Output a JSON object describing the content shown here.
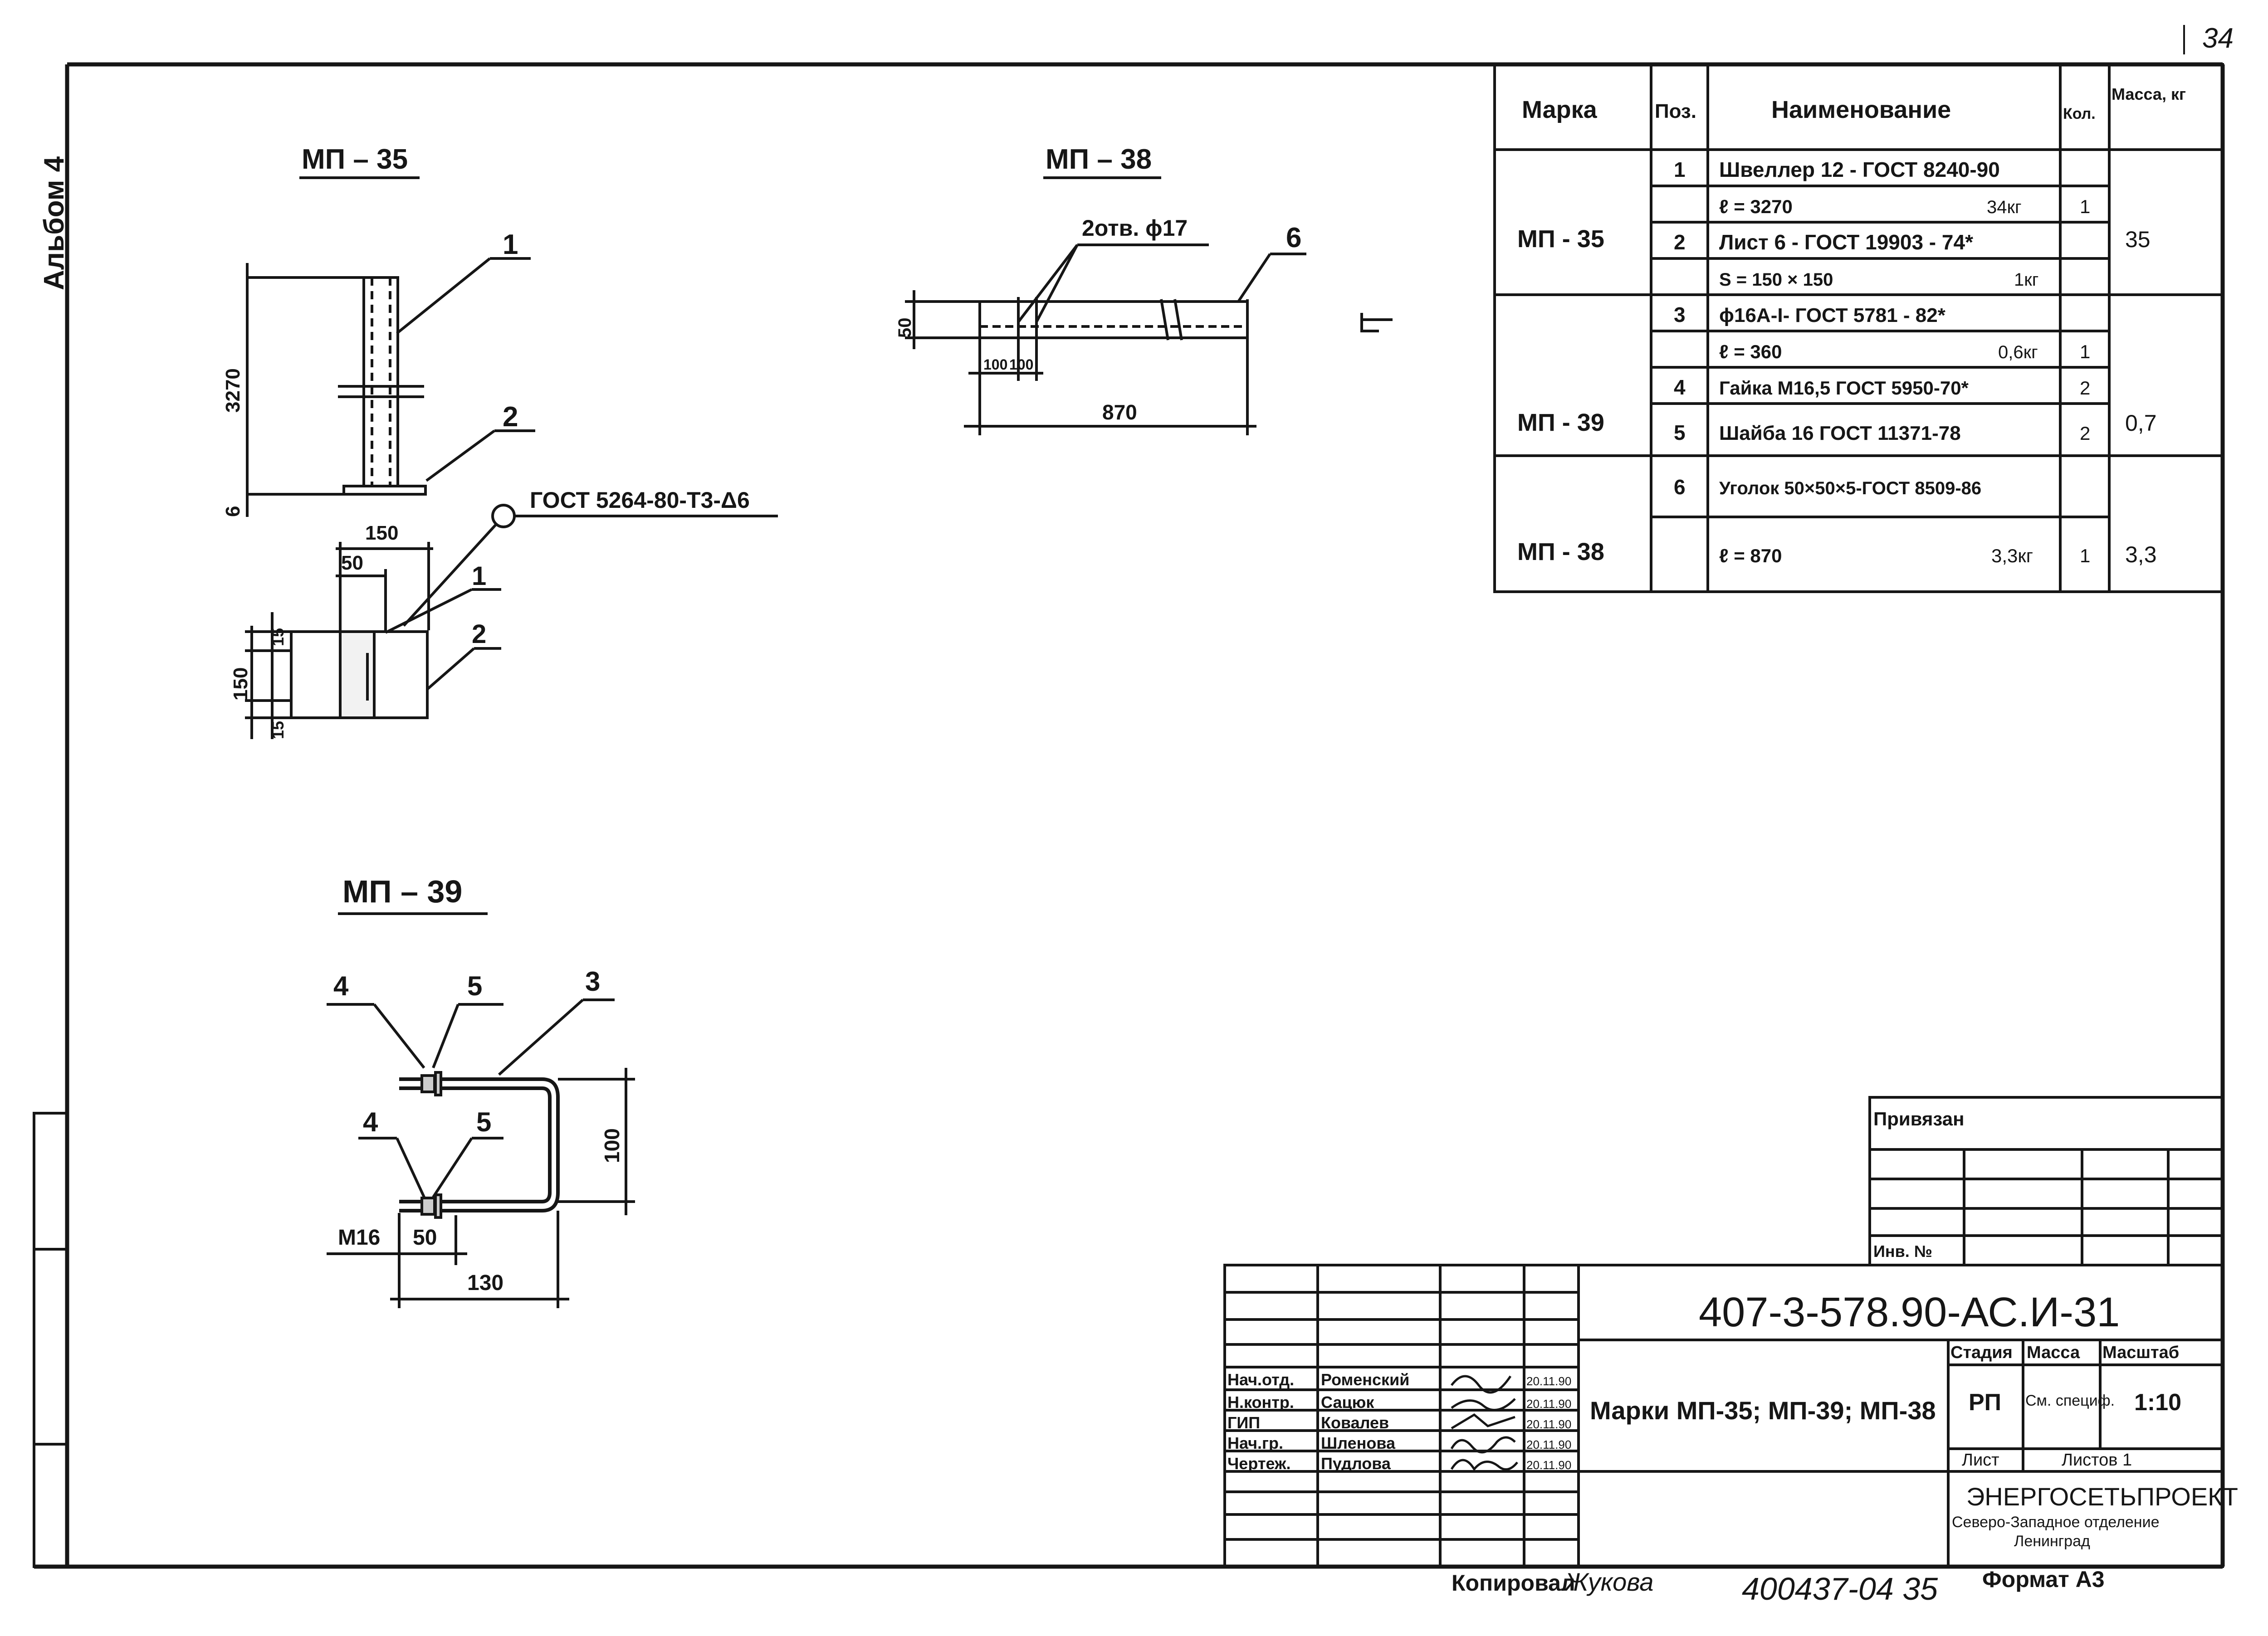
{
  "page": {
    "number": "34",
    "album_label": "Альбом 4"
  },
  "drawings": {
    "mp35": {
      "title": "МП – 35",
      "height_dim": "3270",
      "base_dim": "6",
      "callouts": [
        "1",
        "2"
      ],
      "weld_note": "ГОСТ 5264-80-Т3-Δ6",
      "section_width": "150",
      "section_offset": "50",
      "section_height": "150",
      "section_edge_top": "15",
      "section_edge_bottom": "15",
      "section_callouts": [
        "1",
        "2"
      ]
    },
    "mp38": {
      "title": "МП – 38",
      "holes_note": "2отв. ϕ17",
      "callout": "6",
      "height_dim": "50",
      "hole_spacing_a": "100",
      "hole_spacing_b": "100",
      "length_dim": "870"
    },
    "mp39": {
      "title": "МП – 39",
      "callouts": [
        "4",
        "5",
        "3",
        "4",
        "5"
      ],
      "height_dim": "100",
      "thread": "М16",
      "thread_len": "50",
      "width_dim": "130"
    }
  },
  "spec_table": {
    "headers": [
      "Марка",
      "Поз.",
      "Наименование",
      "Кол.",
      "Масса, кг"
    ],
    "groups": [
      {
        "mark": "МП - 35",
        "mass": "35",
        "rows": [
          {
            "pos": "1",
            "name": "Швеллер 12 - ГОСТ 8240-90",
            "note": "",
            "qty": ""
          },
          {
            "pos": "",
            "name": "ℓ = 3270",
            "note": "34кг",
            "qty": "1"
          },
          {
            "pos": "2",
            "name": "Лист 6 - ГОСТ 19903 - 74*",
            "note": "",
            "qty": ""
          },
          {
            "pos": "",
            "name": "S = 150 × 150",
            "note": "1кг",
            "qty": ""
          }
        ]
      },
      {
        "mark": "МП - 39",
        "mass": "0,7",
        "rows": [
          {
            "pos": "3",
            "name": "ϕ16А-I- ГОСТ 5781 - 82*",
            "note": "",
            "qty": ""
          },
          {
            "pos": "",
            "name": "ℓ = 360",
            "note": "0,6кг",
            "qty": "1"
          },
          {
            "pos": "4",
            "name": "Гайка М16,5 ГОСТ 5950-70*",
            "note": "",
            "qty": "2"
          },
          {
            "pos": "5",
            "name": "Шайба 16 ГОСТ 11371-78",
            "note": "",
            "qty": "2"
          }
        ]
      },
      {
        "mark": "МП - 38",
        "mass": "3,3",
        "rows": [
          {
            "pos": "6",
            "name": "Уголок 50×50×5-ГОСТ 8509-86",
            "note": "",
            "qty": ""
          },
          {
            "pos": "",
            "name": "ℓ = 870",
            "note": "3,3кг",
            "qty": "1"
          }
        ]
      }
    ]
  },
  "privyazan": {
    "label": "Привязан",
    "inv_label": "Инв. №"
  },
  "title_block": {
    "code": "407-3-578.90-АС.И-31",
    "sheet_title": "Марки МП-35; МП-39; МП-38",
    "stage_header": "Стадия",
    "mass_header": "Масса",
    "scale_header": "Масштаб",
    "stage": "РП",
    "mass": "См. специф.",
    "scale": "1:10",
    "sheet_label": "Лист",
    "sheets_label": "Листов 1",
    "org_name": "ЭНЕРГОСЕТЬПРОЕКТ",
    "org_branch": "Северо-Западное отделение",
    "org_city": "Ленинград",
    "signers": [
      {
        "role": "Нач.отд.",
        "name": "Роменский",
        "date": "20.11.90"
      },
      {
        "role": "Н.контр.",
        "name": "Сацюк",
        "date": "20.11.90"
      },
      {
        "role": "ГИП",
        "name": "Ковалев",
        "date": "20.11.90"
      },
      {
        "role": "Нач.гр.",
        "name": "Шленова",
        "date": "20.11.90"
      },
      {
        "role": "Чертеж.",
        "name": "Пудлова",
        "date": "20.11.90"
      }
    ]
  },
  "footer": {
    "copied": "Копировал",
    "copier": "Жукова",
    "inventory": "400437-04 35",
    "format": "Формат А3"
  }
}
